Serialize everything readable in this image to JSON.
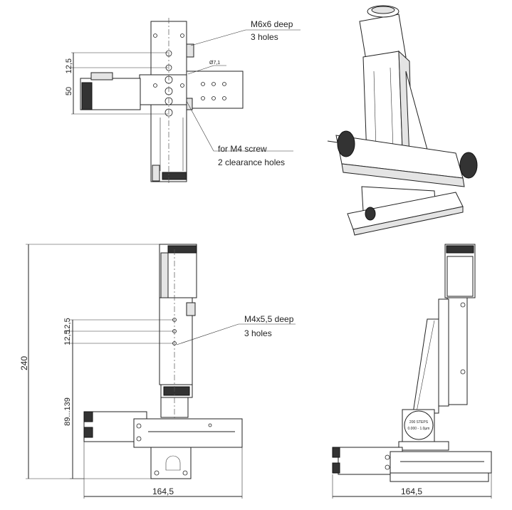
{
  "annotations": {
    "top_holes": "M6x6 deep",
    "top_holes_count": "3 holes",
    "clearance": "for M4 screw",
    "clearance_count": "2 clearance holes",
    "diameter": "Ø7,1",
    "front_holes": "M4x5,5 deep",
    "front_holes_count": "3 holes",
    "dial_line1": "200 STEPS",
    "dial_line2": "0.000 - 1.0µm"
  },
  "dimensions": {
    "top_d1": "12,5",
    "top_d2": "50",
    "front_d1": "12,5",
    "front_d2": "12,5",
    "front_d3": "89...139",
    "height": "240",
    "width_front": "164,5",
    "width_side": "164,5"
  }
}
